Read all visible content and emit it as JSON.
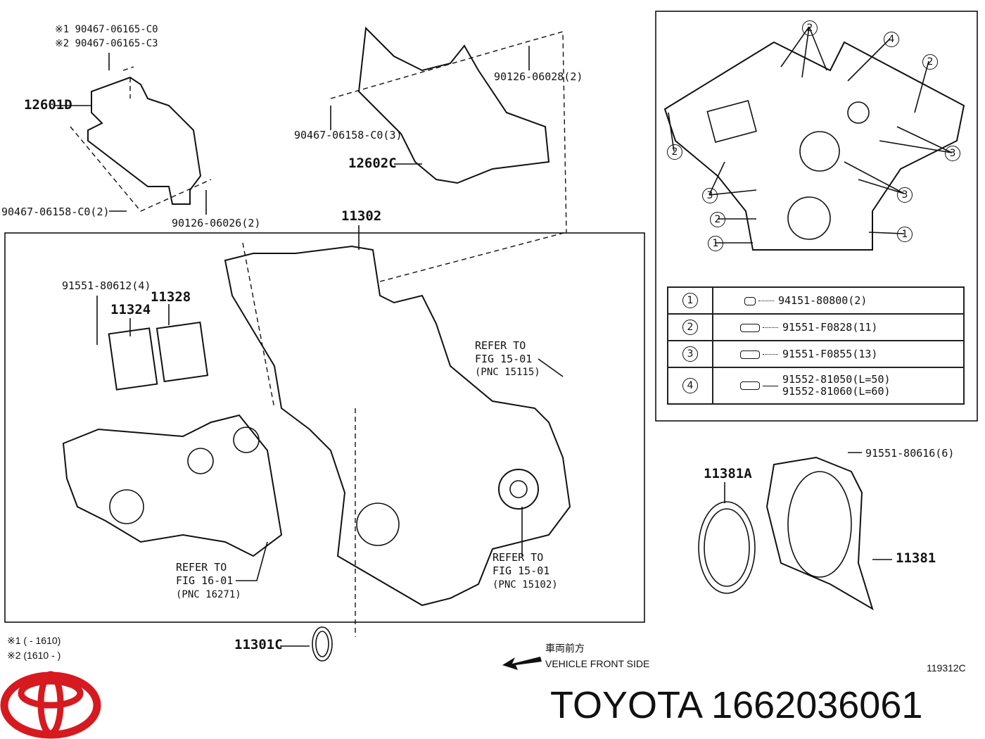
{
  "labels": {
    "note1_part": "※1 90467-06165-C0",
    "note2_part": "※2 90467-06165-C3",
    "p12601D": "12601D",
    "p90467_left": "90467-06158-C0(2)",
    "p90126_06026": "90126-06026(2)",
    "p90467_mid": "90467-06158-C0(3)",
    "p90126_06028": "90126-06028(2)",
    "p12602C": "12602C",
    "p11302": "11302",
    "p91551_80612": "91551-80612(4)",
    "p11328": "11328",
    "p11324": "11324",
    "refer_15115": [
      "REFER TO",
      "FIG 15-01",
      "(PNC 15115)"
    ],
    "refer_16271": [
      "REFER TO",
      "FIG 16-01",
      "(PNC 16271)"
    ],
    "refer_15102": [
      "REFER TO",
      "FIG 15-01",
      "(PNC 15102)"
    ],
    "p91551_80616": "91551-80616(6)",
    "p11381A": "11381A",
    "p11381": "11381",
    "p11301C": "11301C",
    "footnote1": "※1 (      - 1610)",
    "footnote2": "※2 (1610 -      )",
    "front_jp": "車両前方",
    "front_en": "VEHICLE FRONT SIDE",
    "diagram_id": "119312C"
  },
  "inset_callouts": [
    "2",
    "4",
    "2",
    "2",
    "3",
    "3",
    "3",
    "2",
    "1",
    "1"
  ],
  "legend": [
    {
      "num": "1",
      "parts": [
        "94151-80800(2)"
      ]
    },
    {
      "num": "2",
      "parts": [
        "91551-F0828(11)"
      ]
    },
    {
      "num": "3",
      "parts": [
        "91551-F0855(13)"
      ]
    },
    {
      "num": "4",
      "parts": [
        "91552-81050(L=50)",
        "91552-81060(L=60)"
      ]
    }
  ],
  "brand": {
    "name": "TOYOTA",
    "part_number": "1662036061",
    "logo_color": "#d71920"
  }
}
